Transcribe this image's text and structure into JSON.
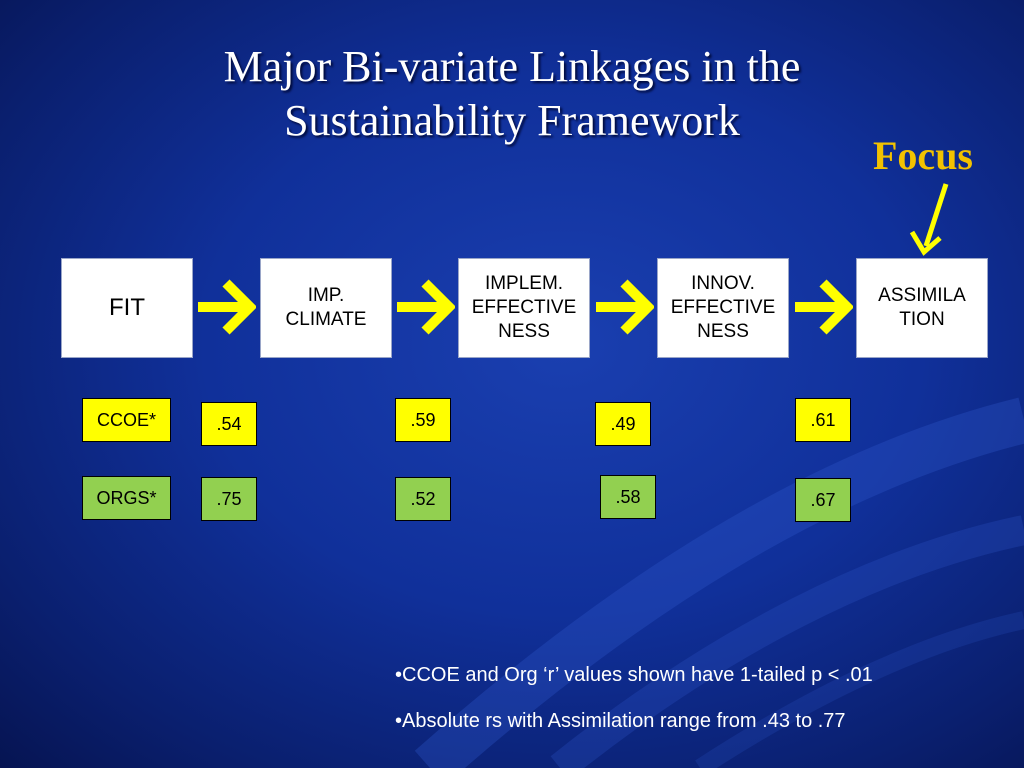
{
  "title_line1": "Major Bi-variate Linkages in the",
  "title_line2": "Sustainability Framework",
  "focus_label": "Focus",
  "stages": [
    {
      "lines": [
        "FIT"
      ]
    },
    {
      "lines": [
        "IMP.",
        "CLIMATE"
      ]
    },
    {
      "lines": [
        "IMPLEM.",
        "EFFECTIVE",
        "NESS"
      ]
    },
    {
      "lines": [
        "INNOV.",
        "EFFECTIVE",
        "NESS"
      ]
    },
    {
      "lines": [
        "ASSIMILA",
        "TION"
      ]
    }
  ],
  "rows": [
    {
      "label": "CCOE*",
      "values": [
        ".54",
        ".59",
        ".49",
        ".61"
      ]
    },
    {
      "label": "ORGS*",
      "values": [
        ".75",
        ".52",
        ".58",
        ".67"
      ]
    }
  ],
  "notes": [
    "•CCOE and Org ‘r’ values shown have 1-tailed p < .01",
    "•Absolute rs with Assimilation range from .43 to .77"
  ],
  "colors": {
    "arrow": "#ffff00",
    "focus": "#f2c200",
    "ccoe_box": "#ffff00",
    "orgs_box": "#92d050"
  }
}
